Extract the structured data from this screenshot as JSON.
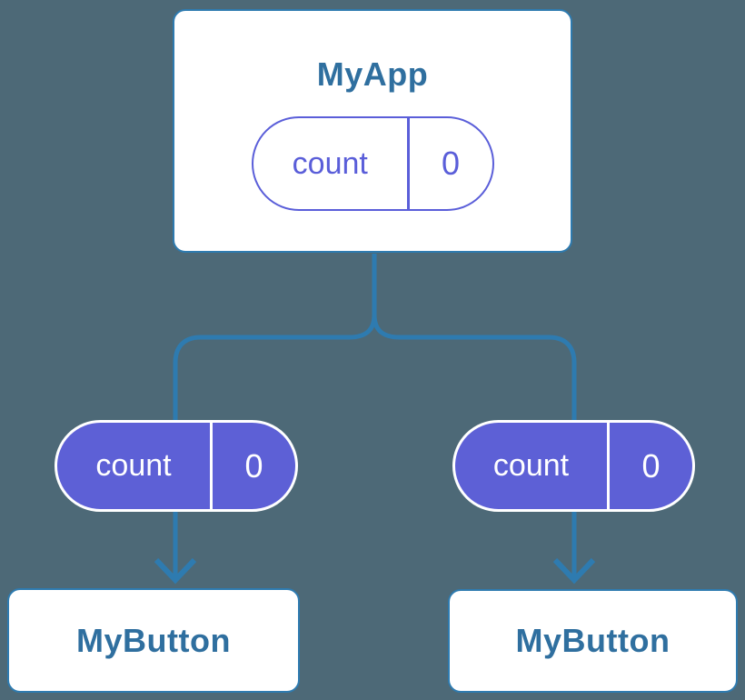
{
  "colors": {
    "bg": "#4d6977",
    "line": "#2e7bb0",
    "label": "#2f6f9f",
    "purple": "#5d60d6",
    "purple_line": "#5a5ed9",
    "pill_text": "#ffffff"
  },
  "tree": {
    "root": {
      "label": "MyApp",
      "state": {
        "name": "count",
        "value": "0"
      }
    },
    "children": [
      {
        "label": "MyButton",
        "prop": {
          "name": "count",
          "value": "0"
        }
      },
      {
        "label": "MyButton",
        "prop": {
          "name": "count",
          "value": "0"
        }
      }
    ]
  }
}
